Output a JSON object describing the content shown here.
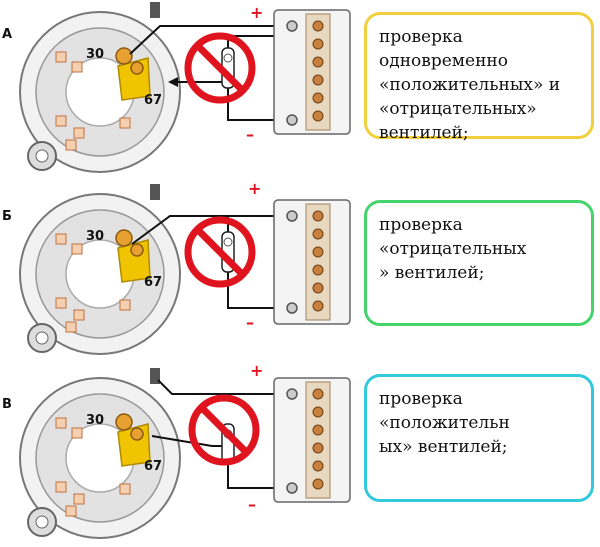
{
  "panels": [
    {
      "label": "А",
      "n30": "30",
      "n67": "67",
      "plus": "+",
      "minus": "–",
      "text": [
        "проверка",
        "одновременно",
        "«положительных» и",
        "«отрицательных»",
        "вентилей;"
      ],
      "color": "#f2cf3c"
    },
    {
      "label": "Б",
      "n30": "30",
      "n67": "67",
      "plus": "+",
      "minus": "–",
      "text": [
        "проверка",
        "«отрицательных",
        "» вентилей;"
      ],
      "color": "#45d36b"
    },
    {
      "label": "В",
      "n30": "30",
      "n67": "67",
      "plus": "+",
      "minus": "–",
      "text": [
        "проверка",
        "«положительн",
        "ых» вентилей;"
      ],
      "color": "#33c9dd"
    }
  ]
}
